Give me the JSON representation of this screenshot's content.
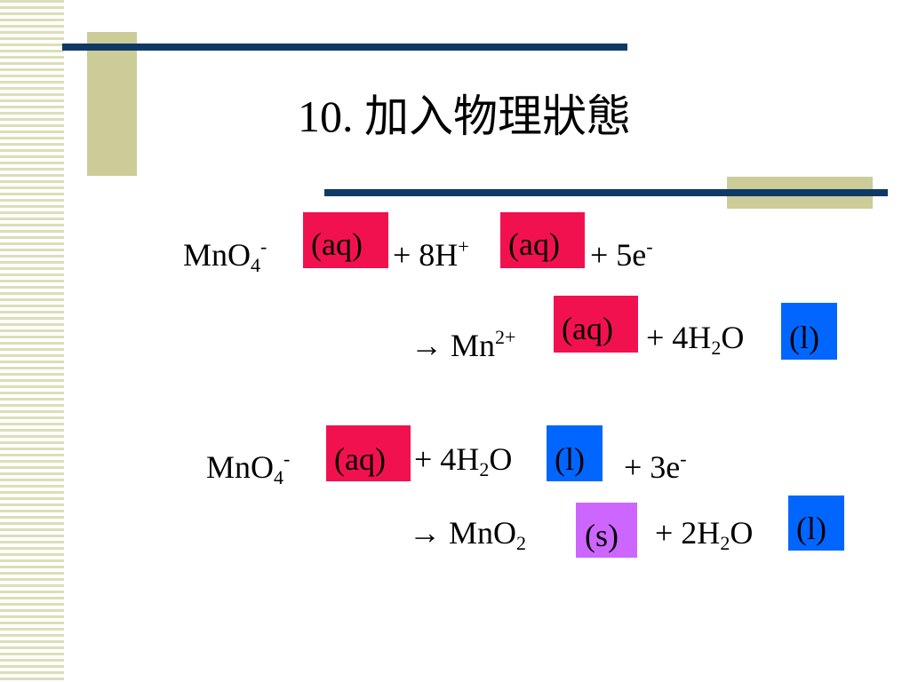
{
  "slide": {
    "title": "10. 加入物理狀態",
    "colors": {
      "navy": "#0f3a66",
      "khaki": "#cccc99",
      "aqueous": "#f2114f",
      "liquid": "#0066ff",
      "solid": "#cc66ff"
    },
    "eq1": {
      "line1": {
        "mno": "MnO",
        "sub4": "4",
        "supMinus": "-",
        "aq1": "(aq)",
        "plus8h": "+ 8H",
        "supPlus": "+",
        "aq2": "(aq)",
        "plus5e": "+ 5e",
        "supMinus2": "-"
      },
      "line2": {
        "arrowMn": "→ Mn",
        "sup2plus": "2+",
        "aq": "(aq)",
        "plus4h": "+ 4H",
        "sub2": "2",
        "o": "O",
        "l": "(l)"
      }
    },
    "eq2": {
      "line1": {
        "mno": "MnO",
        "sub4": "4",
        "supMinus": "-",
        "aq": "(aq)",
        "plus4h": "+ 4H",
        "sub2": "2",
        "o": "O",
        "l": "(l)",
        "plus3e": "+  3e",
        "supMinus2": "-"
      },
      "line2": {
        "arrowMno": "→  MnO",
        "sub2": "2",
        "s": "(s)",
        "plus2h": "+ 2H",
        "sub2b": "2",
        "o": "O",
        "l": "(l)"
      }
    }
  }
}
